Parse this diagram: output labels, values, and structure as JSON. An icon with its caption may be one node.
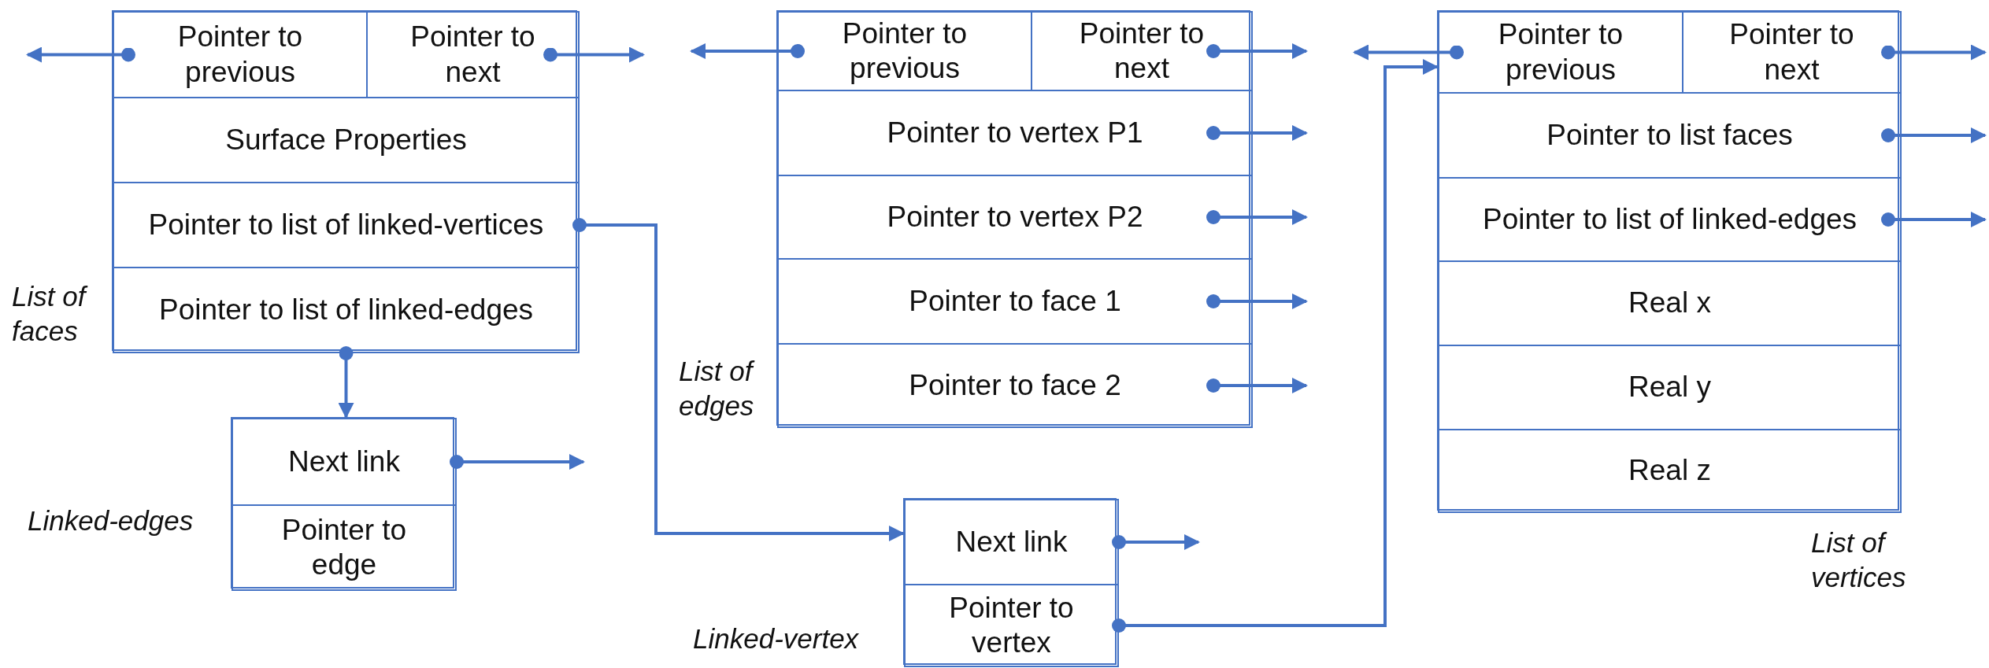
{
  "diagram": {
    "nodes": [
      {
        "text": [],
        "shape": "box",
        "beside": [
          "List of faces"
        ]
      },
      {
        "text": [
          "Pointer to previous"
        ],
        "in": 0
      },
      {
        "text": [
          "Pointer to next"
        ],
        "in": 0
      },
      {
        "text": [
          "Surface Properties"
        ],
        "in": 0
      },
      {
        "text": [
          "Pointer to list of linked-vertices"
        ],
        "in": 0
      },
      {
        "text": [
          "Pointer to list of linked-edges"
        ],
        "in": 0
      },
      {
        "text": [],
        "shape": "box",
        "beside": [
          "Linked-edges"
        ]
      },
      {
        "text": [
          "Next link"
        ],
        "in": 6
      },
      {
        "text": [
          "Pointer to edge"
        ],
        "in": 6
      },
      {
        "text": [],
        "shape": "box",
        "beside": [
          "List of edges"
        ]
      },
      {
        "text": [
          "Pointer to previous"
        ],
        "in": 9
      },
      {
        "text": [
          "Pointer to next"
        ],
        "in": 9
      },
      {
        "text": [
          "Pointer to vertex P1"
        ],
        "in": 9
      },
      {
        "text": [
          "Pointer to vertex P2"
        ],
        "in": 9
      },
      {
        "text": [
          "Pointer to face 1"
        ],
        "in": 9
      },
      {
        "text": [
          "Pointer to face 2"
        ],
        "in": 9
      },
      {
        "text": [],
        "shape": "box",
        "beside": [
          "Linked-vertex"
        ]
      },
      {
        "text": [
          "Next link"
        ],
        "in": 16
      },
      {
        "text": [
          "Pointer to vertex"
        ],
        "in": 16
      },
      {
        "text": [],
        "shape": "box",
        "beside": [
          "List of vertices"
        ]
      },
      {
        "text": [
          "Pointer to previous"
        ],
        "in": 19
      },
      {
        "text": [
          "Pointer to next"
        ],
        "in": 19
      },
      {
        "text": [
          "Pointer to list faces"
        ],
        "in": 19
      },
      {
        "text": [
          "Pointer to list of linked-edges"
        ],
        "in": 19
      },
      {
        "text": [
          "Real x"
        ],
        "in": 19
      },
      {
        "text": [
          "Real y"
        ],
        "in": 19
      },
      {
        "text": [
          "Real z"
        ],
        "in": 19
      }
    ],
    "edges": [
      {
        "from": 1,
        "to": null,
        "arrow": "to"
      },
      {
        "from": 2,
        "to": null,
        "arrow": "to"
      },
      {
        "from": 5,
        "to": 6,
        "arrow": "to"
      },
      {
        "from": 4,
        "to": 16,
        "arrow": "to"
      },
      {
        "from": 7,
        "to": null,
        "arrow": "to"
      },
      {
        "from": 10,
        "to": null,
        "arrow": "to"
      },
      {
        "from": 11,
        "to": null,
        "arrow": "to"
      },
      {
        "from": 12,
        "to": null,
        "arrow": "to"
      },
      {
        "from": 13,
        "to": null,
        "arrow": "to"
      },
      {
        "from": 14,
        "to": null,
        "arrow": "to"
      },
      {
        "from": 15,
        "to": null,
        "arrow": "to"
      },
      {
        "from": 17,
        "to": null,
        "arrow": "to"
      },
      {
        "from": 18,
        "to": 19,
        "arrow": "to"
      },
      {
        "from": 20,
        "to": null,
        "arrow": "to"
      },
      {
        "from": 21,
        "to": null,
        "arrow": "to"
      },
      {
        "from": 22,
        "to": null,
        "arrow": "to"
      },
      {
        "from": 23,
        "to": null,
        "arrow": "to"
      }
    ]
  }
}
